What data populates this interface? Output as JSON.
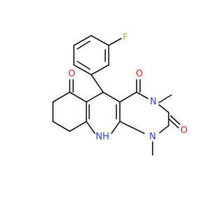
{
  "molecule": {
    "labels": {
      "fluorine": "F",
      "oxygen_ketone": "O",
      "oxygen_c4": "O",
      "oxygen_c2": "O",
      "nitrogen_n3": "N",
      "nitrogen_n1": "N",
      "nitrogen_nh": "NH"
    },
    "colors": {
      "bond": "#1a1a1a",
      "fluorine": "#8fc63f",
      "oxygen": "#e0261f",
      "nitrogen": "#2a3ee8"
    }
  }
}
